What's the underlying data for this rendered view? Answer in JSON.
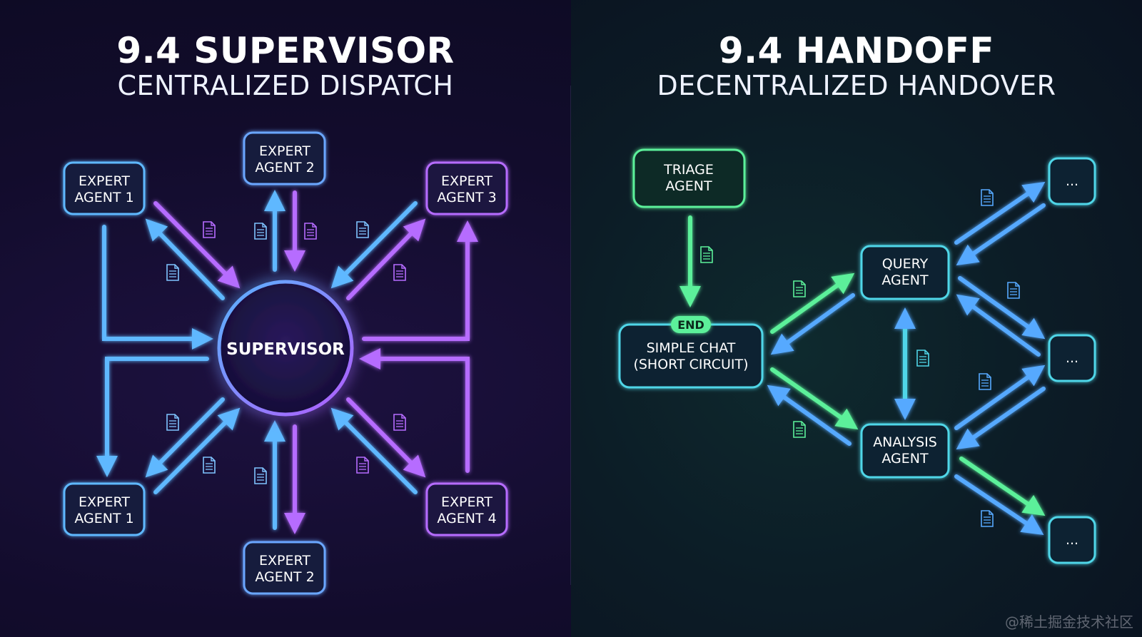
{
  "left": {
    "title": "9.4 SUPERVISOR",
    "subtitle": "CENTRALIZED DISPATCH",
    "center": "SUPERVISOR",
    "agents": {
      "top_left": [
        "EXPERT",
        "AGENT 1"
      ],
      "top": [
        "EXPERT",
        "AGENT 2"
      ],
      "top_right": [
        "EXPERT",
        "AGENT 3"
      ],
      "bottom_left": [
        "EXPERT",
        "AGENT 1"
      ],
      "bottom": [
        "EXPERT",
        "AGENT 2"
      ],
      "bottom_right": [
        "EXPERT",
        "AGENT 4"
      ]
    }
  },
  "right": {
    "title": "9.4 HANDOFF",
    "subtitle": "DECENTRALIZED HANDOVER",
    "triage": [
      "TRIAGE",
      "AGENT"
    ],
    "end_badge": "END",
    "simple_chat": [
      "SIMPLE CHAT",
      "(SHORT CIRCUIT)"
    ],
    "query": [
      "QUERY",
      "AGENT"
    ],
    "analysis": [
      "ANALYSIS",
      "AGENT"
    ],
    "ellipsis": "..."
  },
  "colors": {
    "blue": "#58b4ff",
    "purple": "#b25cff",
    "green": "#5cf09a",
    "cyan": "#4fd6e8"
  },
  "watermark": "@稀土掘金技术社区"
}
